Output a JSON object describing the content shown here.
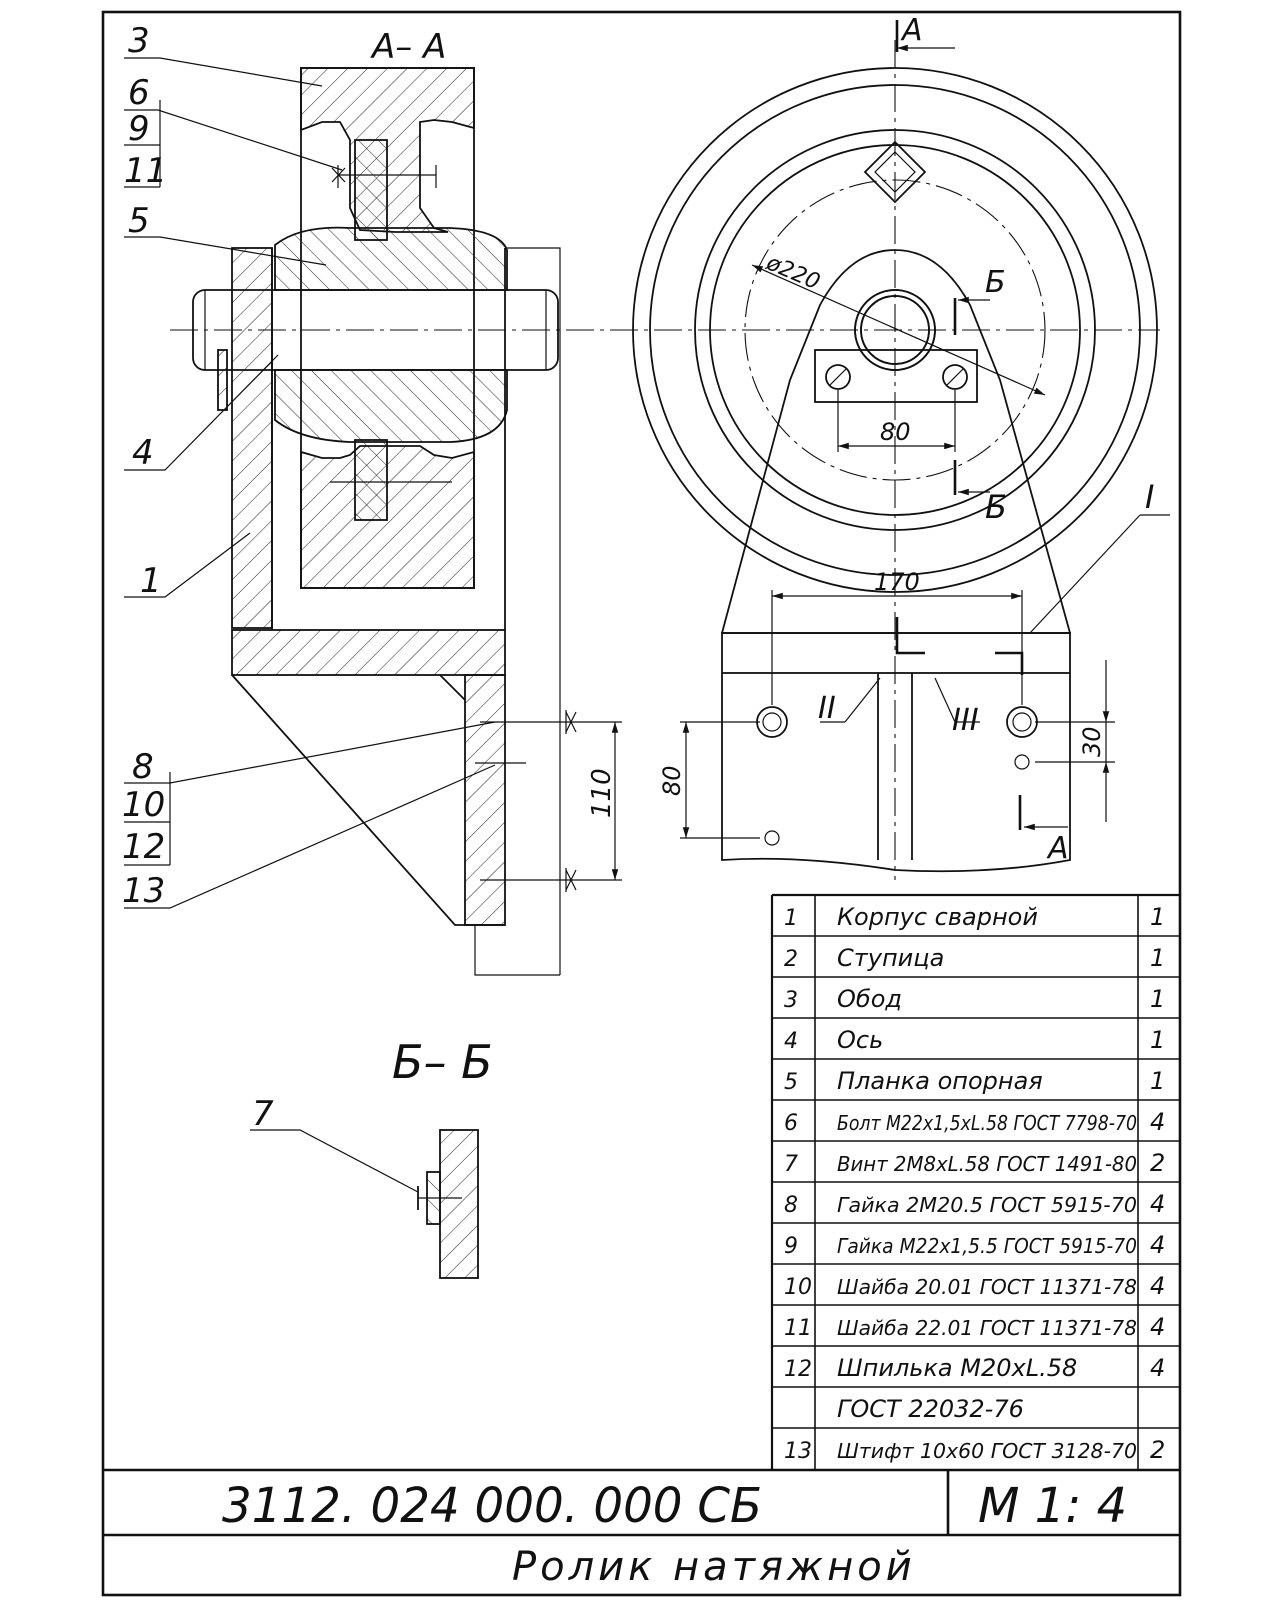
{
  "drawing": {
    "section_aa": "А– А",
    "section_bb": "Б– Б",
    "view_marks": {
      "a_top": "А",
      "a_bottom": "А",
      "b_top": "Б",
      "b_bottom": "Б",
      "detail_1": "I",
      "detail_2": "II",
      "detail_3": "III"
    },
    "leaders": {
      "l3": "3",
      "l6": "6",
      "l9": "9",
      "l11": "11",
      "l5": "5",
      "l4": "4",
      "l1": "1",
      "l8": "8",
      "l10": "10",
      "l12": "12",
      "l13": "13",
      "l7": "7"
    },
    "dimensions": {
      "d220": "ø220",
      "d80_top": "80",
      "d170": "170",
      "d80_side": "80",
      "d30": "30",
      "d110": "110"
    }
  },
  "bom": {
    "rows": [
      {
        "pos": "1",
        "name": "Корпус сварной",
        "qty": "1"
      },
      {
        "pos": "2",
        "name": "Ступица",
        "qty": "1"
      },
      {
        "pos": "3",
        "name": "Обод",
        "qty": "1"
      },
      {
        "pos": "4",
        "name": "Ось",
        "qty": "1"
      },
      {
        "pos": "5",
        "name": "Планка опорная",
        "qty": "1"
      },
      {
        "pos": "6",
        "name": "Болт М22х1,5хL.58 ГОСТ 7798-70",
        "qty": "4"
      },
      {
        "pos": "7",
        "name": "Винт 2М8хL.58 ГОСТ 1491-80",
        "qty": "2"
      },
      {
        "pos": "8",
        "name": "Гайка 2М20.5 ГОСТ 5915-70",
        "qty": "4"
      },
      {
        "pos": "9",
        "name": "Гайка М22х1,5.5 ГОСТ 5915-70",
        "qty": "4"
      },
      {
        "pos": "10",
        "name": "Шайба 20.01 ГОСТ 11371-78",
        "qty": "4"
      },
      {
        "pos": "11",
        "name": "Шайба 22.01 ГОСТ 11371-78",
        "qty": "4"
      },
      {
        "pos": "12",
        "name": "Шпилька М20хL.58",
        "qty": "4"
      },
      {
        "pos": "",
        "name": "ГОСТ 22032-76",
        "qty": ""
      },
      {
        "pos": "13",
        "name": "Штифт 10х60 ГОСТ 3128-70",
        "qty": "2"
      }
    ]
  },
  "title_block": {
    "designation": "3112. 024 000. 000 СБ",
    "scale": "М 1: 4",
    "name": "Ролик натяжной"
  }
}
